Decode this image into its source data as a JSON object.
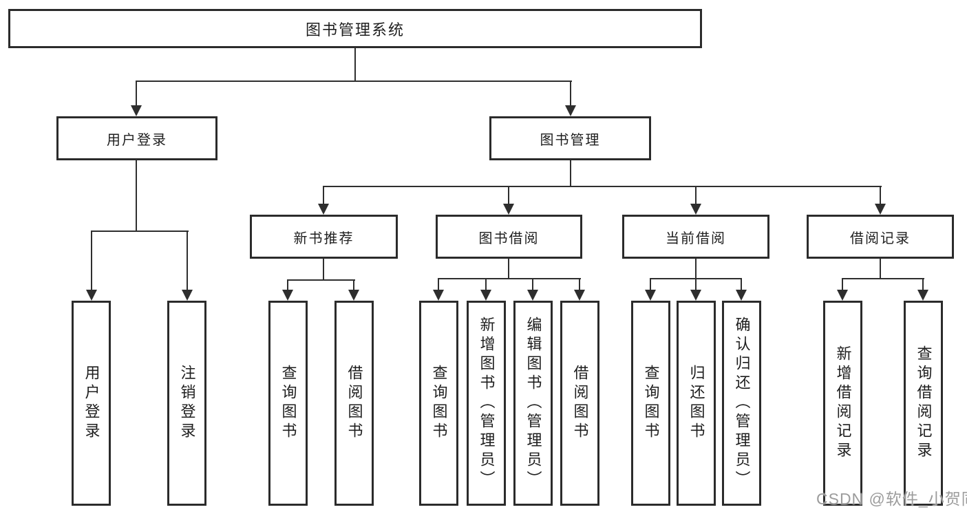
{
  "nodes": {
    "root": {
      "label": "图书管理系统"
    },
    "user_login": {
      "label": "用户登录"
    },
    "book_mgmt": {
      "label": "图书管理"
    },
    "new_book_rec": {
      "label": "新书推荐"
    },
    "book_borrow": {
      "label": "图书借阅"
    },
    "current_borrow": {
      "label": "当前借阅"
    },
    "borrow_records": {
      "label": "借阅记录"
    },
    "ul_login": {
      "label": "用户登录"
    },
    "ul_logout": {
      "label": "注销登录"
    },
    "nbr_query": {
      "label": "查询图书"
    },
    "nbr_borrow": {
      "label": "借阅图书"
    },
    "bb_query": {
      "label": "查询图书"
    },
    "bb_add": {
      "label": "新增图书（管理员）"
    },
    "bb_edit": {
      "label": "编辑图书（管理员）"
    },
    "bb_borrow": {
      "label": "借阅图书"
    },
    "cb_query": {
      "label": "查询图书"
    },
    "cb_return": {
      "label": "归还图书"
    },
    "cb_confirm": {
      "label": "确认归还（管理员）"
    },
    "br_add": {
      "label": "新增借阅记录"
    },
    "br_query": {
      "label": "查询借阅记录"
    }
  },
  "structure": {
    "root": "图书管理系统",
    "children": [
      {
        "label": "用户登录",
        "children": [
          "用户登录",
          "注销登录"
        ]
      },
      {
        "label": "图书管理",
        "children": [
          {
            "label": "新书推荐",
            "children": [
              "查询图书",
              "借阅图书"
            ]
          },
          {
            "label": "图书借阅",
            "children": [
              "查询图书",
              "新增图书（管理员）",
              "编辑图书（管理员）",
              "借阅图书"
            ]
          },
          {
            "label": "当前借阅",
            "children": [
              "查询图书",
              "归还图书",
              "确认归还（管理员）"
            ]
          },
          {
            "label": "借阅记录",
            "children": [
              "新增借阅记录",
              "查询借阅记录"
            ]
          }
        ]
      }
    ]
  },
  "watermark": {
    "text": "CSDN @软件_小贺同学"
  },
  "colors": {
    "background": "#ffffff",
    "box_border": "#2b2b2b",
    "line": "#2e2e2e",
    "text": "#1e1e1e",
    "watermark": "#9c9c9c"
  }
}
